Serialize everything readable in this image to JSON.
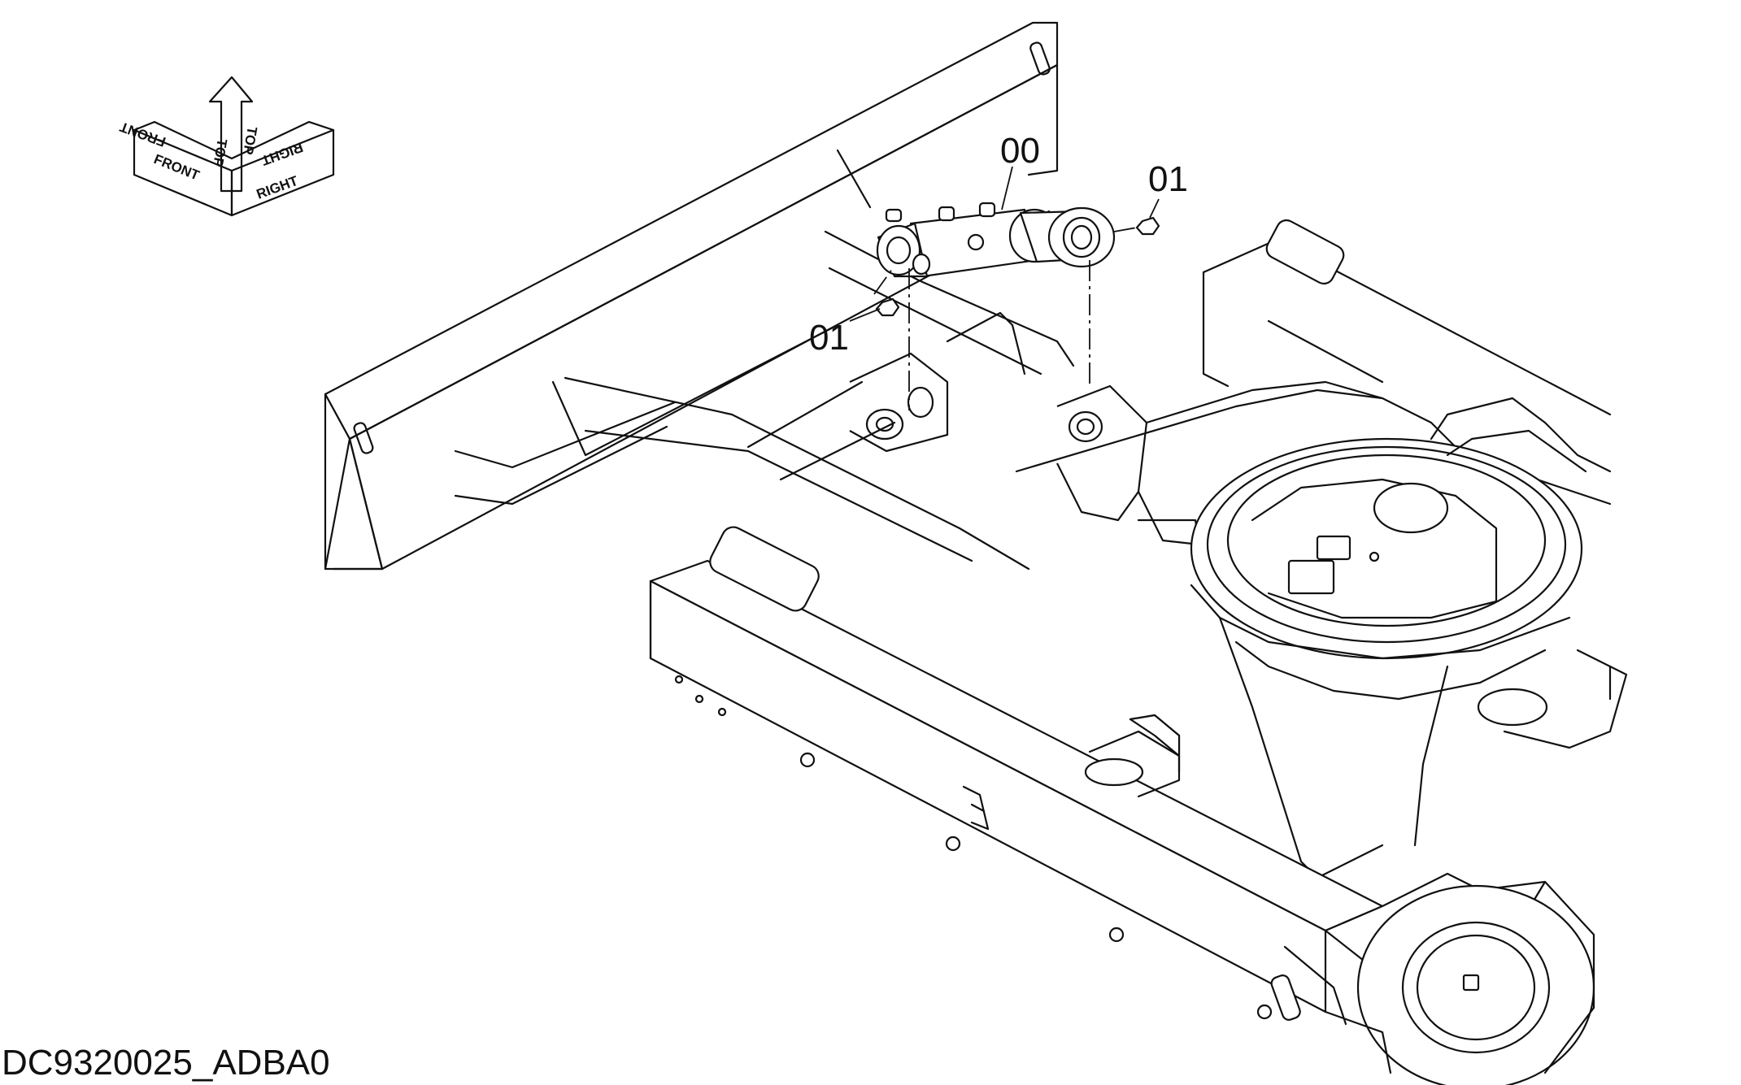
{
  "drawing_id": "DC9320025_ADBA0",
  "orientation_indicator": {
    "labels": [
      "FRONT",
      "FRONT",
      "TOP",
      "TOP",
      "RIGHT",
      "RIGHT"
    ]
  },
  "callouts": [
    {
      "id": "00"
    },
    {
      "id": "01"
    },
    {
      "id": "01"
    }
  ]
}
